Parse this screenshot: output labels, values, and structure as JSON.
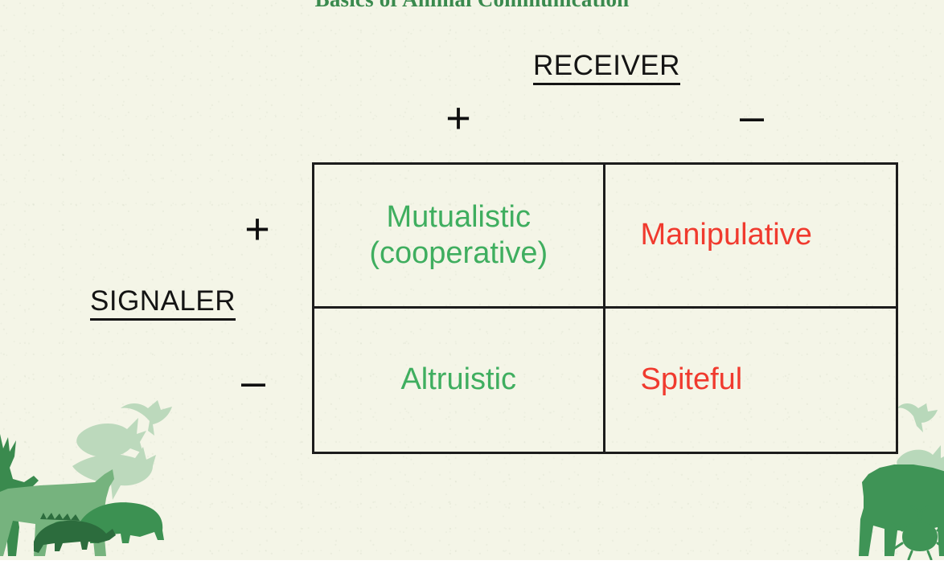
{
  "slide": {
    "title": "Basics of Animal Communication",
    "background_color": "#f4f5e7",
    "title_color": "#3a8a4e"
  },
  "axes": {
    "column_axis_label": "RECEIVER",
    "row_axis_label": "SIGNALER",
    "column_signs": [
      "+",
      "–"
    ],
    "row_signs": [
      "+",
      "–"
    ]
  },
  "colors": {
    "positive": "#3fae5f",
    "negative": "#f03a2e",
    "ink": "#141414",
    "border": "#1c1c1c"
  },
  "matrix": {
    "cells": [
      {
        "id": "signaler-plus-receiver-plus",
        "label": "Mutualistic\n(cooperative)",
        "valence": "positive",
        "signaler": "+",
        "receiver": "+"
      },
      {
        "id": "signaler-plus-receiver-minus",
        "label": "Manipulative",
        "valence": "negative",
        "signaler": "+",
        "receiver": "–"
      },
      {
        "id": "signaler-minus-receiver-plus",
        "label": "Altruistic",
        "valence": "positive",
        "signaler": "–",
        "receiver": "+"
      },
      {
        "id": "signaler-minus-receiver-minus",
        "label": "Spiteful",
        "valence": "negative",
        "signaler": "–",
        "receiver": "–"
      }
    ]
  },
  "decorations": {
    "left_group": [
      "deer-silhouette",
      "fish-silhouette",
      "bird-silhouette",
      "manta-ray-silhouette",
      "lion-silhouette",
      "iguana-silhouette",
      "turtle-silhouette"
    ],
    "right_group": [
      "hummingbird-silhouette",
      "fish-silhouette",
      "dog-silhouette",
      "beetle-silhouette"
    ]
  }
}
